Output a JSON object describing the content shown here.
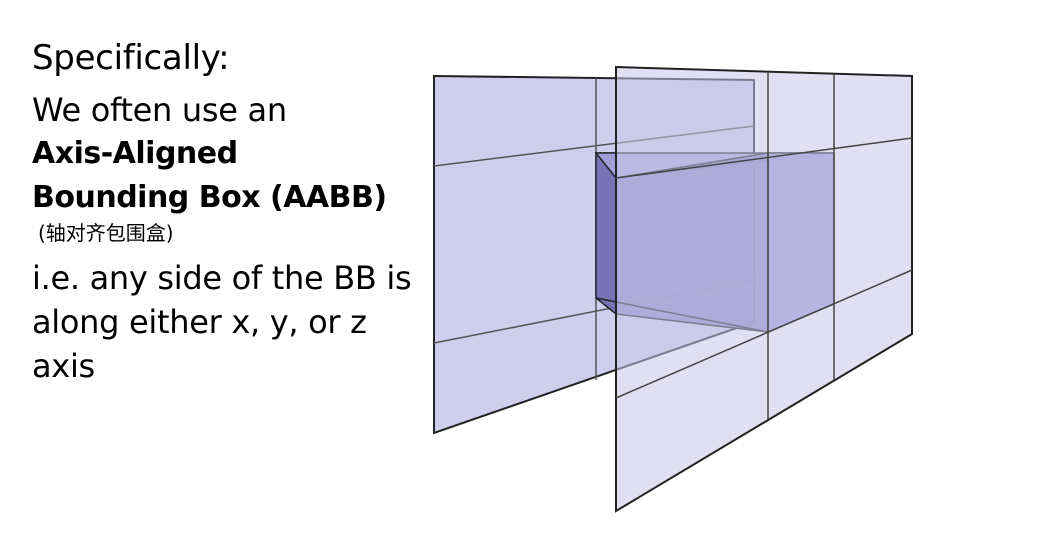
{
  "slide": {
    "heading": "Specifically:",
    "intro_line": "We often use an",
    "term_line1": "Axis-Aligned",
    "term_line2": "Bounding Box (AABB)",
    "chinese_note": "(轴对齐包围盒)",
    "explanation": "i.e. any side of the BB is along either x, y, or z axis"
  },
  "diagram": {
    "colors": {
      "plane_fill": "#c8c6ea",
      "plane_stroke": "#222222",
      "box_front": "#8a84c4",
      "box_side": "#9e98d8",
      "box_top": "#a7a2dc",
      "box_left": "#6f68b0"
    }
  }
}
